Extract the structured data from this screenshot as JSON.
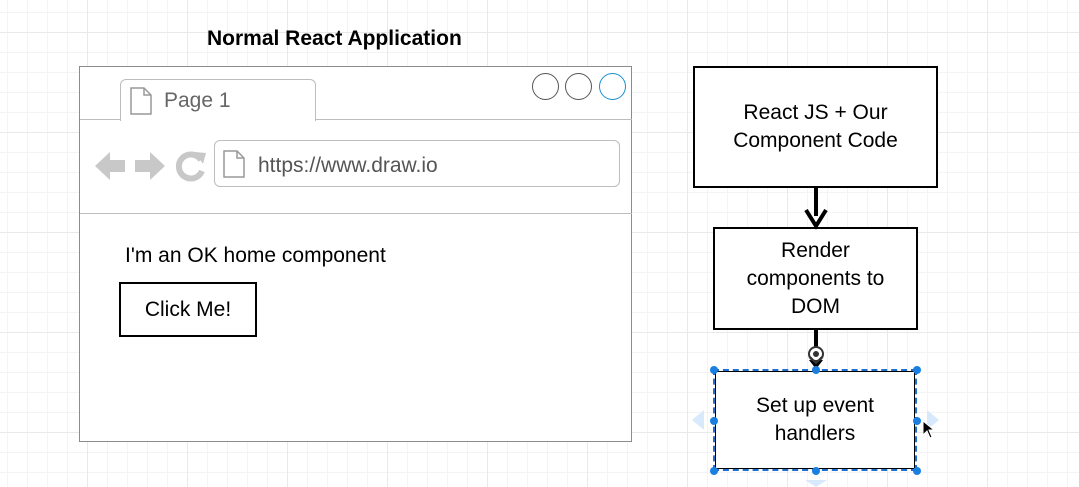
{
  "diagram": {
    "title": "Normal React Application",
    "browser": {
      "tab_label": "Page 1",
      "url": "https://www.draw.io",
      "home_text": "I'm an OK home component",
      "button_label": "Click Me!"
    },
    "flow_boxes": [
      {
        "label": "React JS + Our\nComponent Code"
      },
      {
        "label": "Render\ncomponents to\nDOM"
      },
      {
        "label": "Set up event\nhandlers"
      }
    ]
  },
  "icons": {
    "tab": "page-icon",
    "back": "arrow-left-icon",
    "forward": "arrow-right-icon",
    "reload": "reload-icon",
    "url": "page-icon",
    "connect": "connection-anchor-icon",
    "pointer": "mouse-pointer-icon"
  },
  "colors": {
    "selection": "#1a7fe0",
    "mockup_border": "#8c8c8c",
    "mockup_gray": "#bdbdbd"
  }
}
